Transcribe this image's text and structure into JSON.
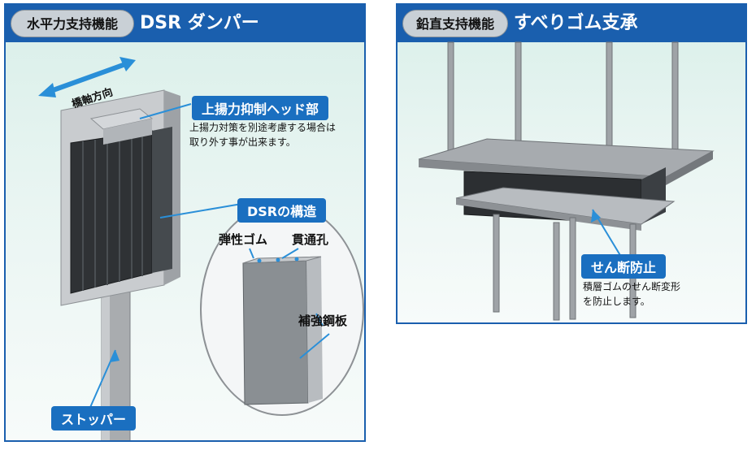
{
  "left": {
    "pill": "水平力支持機能",
    "title": "DSR ダンパー",
    "axis_label": "橋軸方向",
    "head_label": "上揚力抑制ヘッド部",
    "head_note_1": "上揚力対策を別途考慮する場合は",
    "head_note_2": "取り外す事が出来ます。",
    "structure_label": "DSRの構造",
    "rubber_label": "弾性ゴム",
    "hole_label": "貫通孔",
    "plate_label": "補強鋼板",
    "stopper_label": "ストッパー"
  },
  "right": {
    "pill": "鉛直支持機能",
    "title": "すべりゴム支承",
    "shear_label": "せん断防止",
    "shear_note_1": "積層ゴムのせん断変形",
    "shear_note_2": "を防止します。"
  },
  "colors": {
    "header": "#1a5fae",
    "label": "#1a6fc0",
    "arrow": "#2a8fd8"
  }
}
